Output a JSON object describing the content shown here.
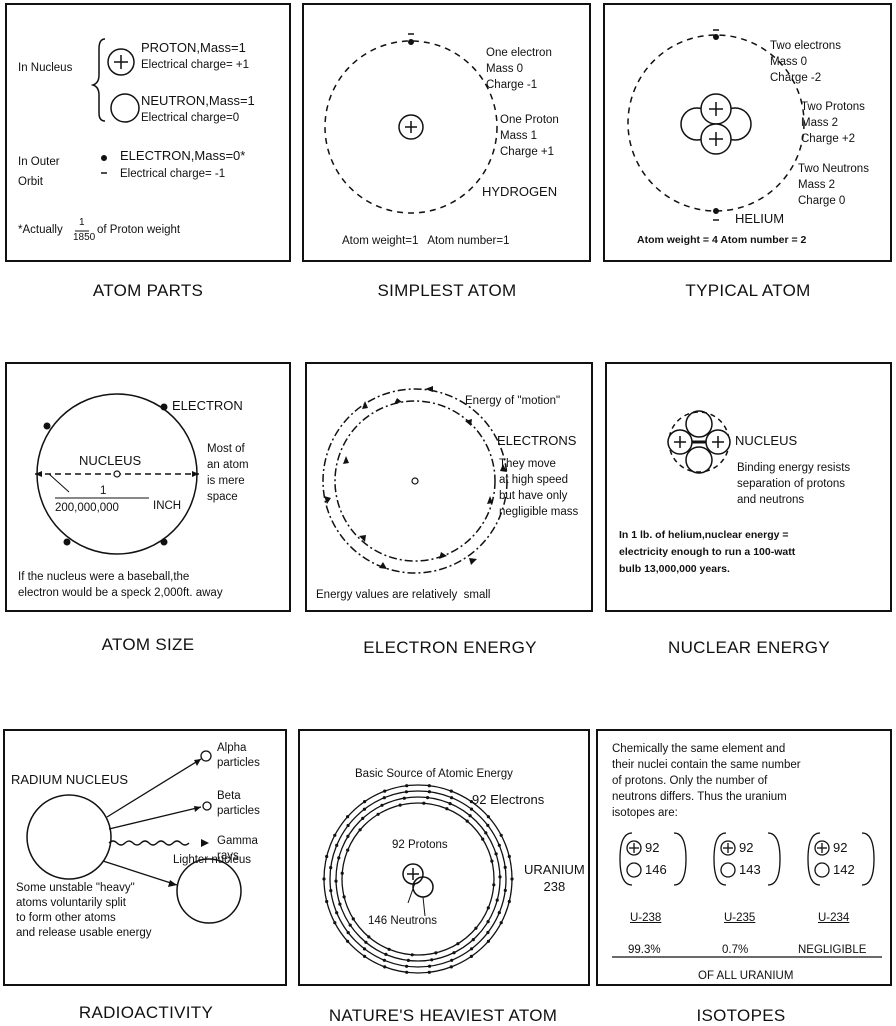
{
  "panels": {
    "atom_parts": {
      "caption": "ATOM PARTS",
      "in_nucleus": "In Nucleus",
      "proton": "PROTON,Mass=1",
      "proton_charge": "Electrical charge= +1",
      "neutron": "NEUTRON,Mass=1",
      "neutron_charge": "Electrical charge=0",
      "in_outer_orbit": "In Outer Orbit",
      "electron": "ELECTRON,Mass=0*",
      "electron_charge": "Electrical charge= -1",
      "footnote_pre": "*Actually",
      "footnote_num": "1",
      "footnote_den": "1850",
      "footnote_post": "of Proton weight"
    },
    "simplest_atom": {
      "caption": "SIMPLEST ATOM",
      "electron_block": "One electron\nMass 0\nCharge -1",
      "proton_block": "One Proton\nMass 1\nCharge +1",
      "name": "HYDROGEN",
      "footer": "Atom weight=1   Atom number=1"
    },
    "typical_atom": {
      "caption": "TYPICAL ATOM",
      "electrons_block": "Two electrons\nMass 0\nCharge -2",
      "protons_block": "Two Protons\nMass 2\nCharge +2",
      "neutrons_block": "Two Neutrons\nMass 2\nCharge 0",
      "name": "HELIUM",
      "footer": "Atom weight = 4  Atom number = 2"
    },
    "atom_size": {
      "caption": "ATOM SIZE",
      "electron": "ELECTRON",
      "nucleus": "NUCLEUS",
      "space_note": "Most of\nan atom\nis mere\nspace",
      "fraction_num": "1",
      "fraction_den": "200,000,000",
      "inch": "INCH",
      "footer": "If the nucleus were a baseball,the\nelectron would be a speck 2,000ft. away"
    },
    "electron_energy": {
      "caption": "ELECTRON ENERGY",
      "motion": "Energy of \"motion\"",
      "electrons": "ELECTRONS",
      "note": "They move\nat high speed\nbut have only\nnegligible mass",
      "footer": "Energy values are relatively  small"
    },
    "nuclear_energy": {
      "caption": "NUCLEAR ENERGY",
      "nucleus": "NUCLEUS",
      "binding": "Binding energy resists\nseparation of protons\nand neutrons",
      "footer": "In 1 lb. of helium,nuclear energy =\nelectricity enough to run a 100-watt\nbulb 13,000,000 years."
    },
    "radioactivity": {
      "caption": "RADIOACTIVITY",
      "radium": "RADIUM NUCLEUS",
      "alpha": "Alpha\nparticles",
      "beta": "Beta\nparticles",
      "gamma": "Gamma\nrays",
      "lighter": "Lighter nucleus",
      "note": "Some unstable \"heavy\"\natoms voluntarily split\nto form other atoms\nand release usable energy"
    },
    "heaviest_atom": {
      "caption": "NATURE'S HEAVIEST ATOM",
      "title": "Basic Source of Atomic Energy",
      "electrons": "92 Electrons",
      "protons": "92 Protons",
      "neutrons": "146 Neutrons",
      "name": "URANIUM\n238"
    },
    "isotopes": {
      "caption": "ISOTOPES",
      "intro": "Chemically the same element and\ntheir nuclei contain the same number\nof protons. Only the number of\nneutrons differs. Thus the uranium\nisotopes are:",
      "isotopes": [
        {
          "protons": "92",
          "neutrons": "146",
          "name": "U-238",
          "share": "99.3%"
        },
        {
          "protons": "92",
          "neutrons": "143",
          "name": "U-235",
          "share": "0.7%"
        },
        {
          "protons": "92",
          "neutrons": "142",
          "name": "U-234",
          "share": "NEGLIGIBLE"
        }
      ],
      "footer": "OF ALL URANIUM"
    }
  }
}
